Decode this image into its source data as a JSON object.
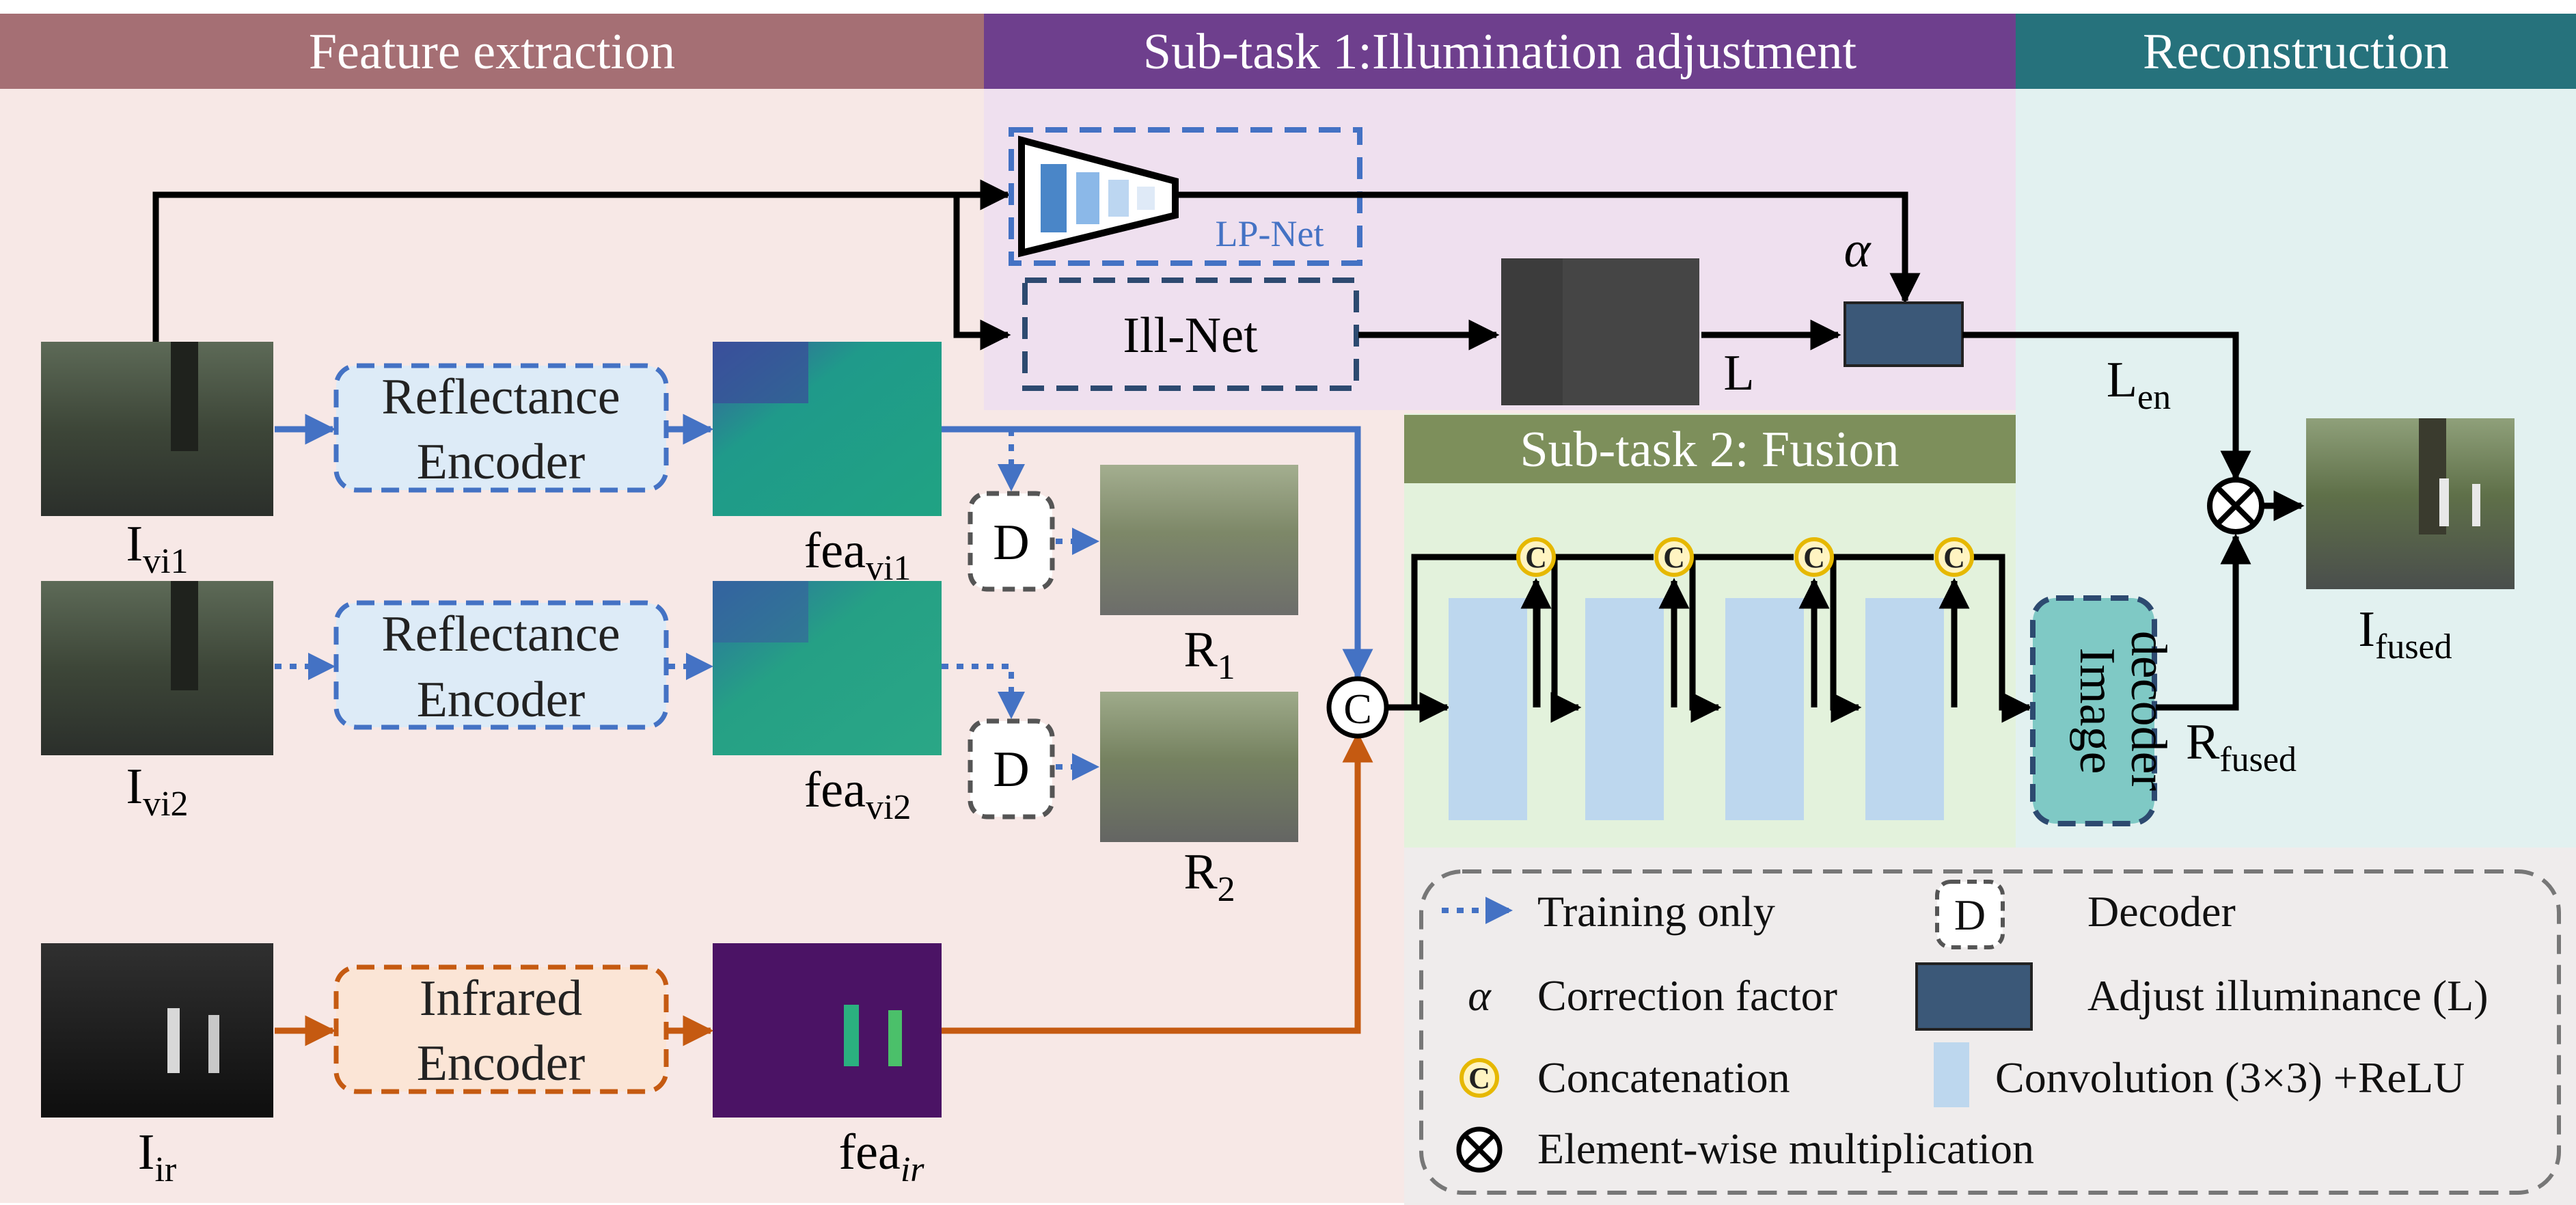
{
  "sections": {
    "feature_extraction": "Feature extraction",
    "subtask1": "Sub-task 1:Illumination adjustment",
    "reconstruction": "Reconstruction",
    "subtask2": "Sub-task 2: Fusion"
  },
  "blocks": {
    "lp_net": "LP-Net",
    "ill_net": "Ill-Net",
    "reflectance_encoder_1": [
      "Reflectance",
      "Encoder"
    ],
    "reflectance_encoder_2": [
      "Reflectance",
      "Encoder"
    ],
    "infrared_encoder": [
      "Infrared",
      "Encoder"
    ],
    "decoder_d1": "D",
    "decoder_d2": "D",
    "image_decoder": [
      "Image",
      "decoder"
    ],
    "concat_symbol": "C"
  },
  "labels": {
    "i_vi1": {
      "base": "I",
      "sub": "vi1"
    },
    "i_vi2": {
      "base": "I",
      "sub": "vi2"
    },
    "i_ir": {
      "base": "I",
      "sub": "ir"
    },
    "fea_vi1": {
      "base": "fea",
      "sub": "vi1"
    },
    "fea_vi2": {
      "base": "fea",
      "sub": "vi2"
    },
    "fea_ir": {
      "base": "fea",
      "sub": "ir"
    },
    "r1": {
      "base": "R",
      "sub": "1"
    },
    "r2": {
      "base": "R",
      "sub": "2"
    },
    "L": "L",
    "alpha": "α",
    "l_en": {
      "base": "L",
      "sub": "en"
    },
    "r_fused": {
      "base": "R",
      "sub": "fused"
    },
    "i_fused": {
      "base": "I",
      "sub": "fused"
    }
  },
  "legend": {
    "training_only": "Training only",
    "decoder_symbol": "D",
    "decoder": "Decoder",
    "alpha_symbol": "α",
    "correction_factor": "Correction factor",
    "adjust_illuminance": "Adjust illuminance (L)",
    "concat_symbol": "C",
    "concatenation": "Concatenation",
    "convolution": "Convolution (3×3) +ReLU",
    "element_wise": "Element-wise multiplication"
  },
  "colors": {
    "feature_header": "#a56f74",
    "feature_bg": "#f7e8e6",
    "subtask1_header": "#6e3f8d",
    "subtask1_bg": "#efe0ef",
    "recon_header": "#26727c",
    "recon_bg": "#e2f1f0",
    "subtask2_header": "#7d8f5b",
    "subtask2_bg": "#e3f2dc",
    "blue_arrow": "#4472c4",
    "orange_arrow": "#c55a11",
    "dark_box": "#3b5878",
    "conv_block": "#bdd7ee",
    "image_decoder": "#7fc9c5",
    "concat_ring": "#e6b800"
  }
}
